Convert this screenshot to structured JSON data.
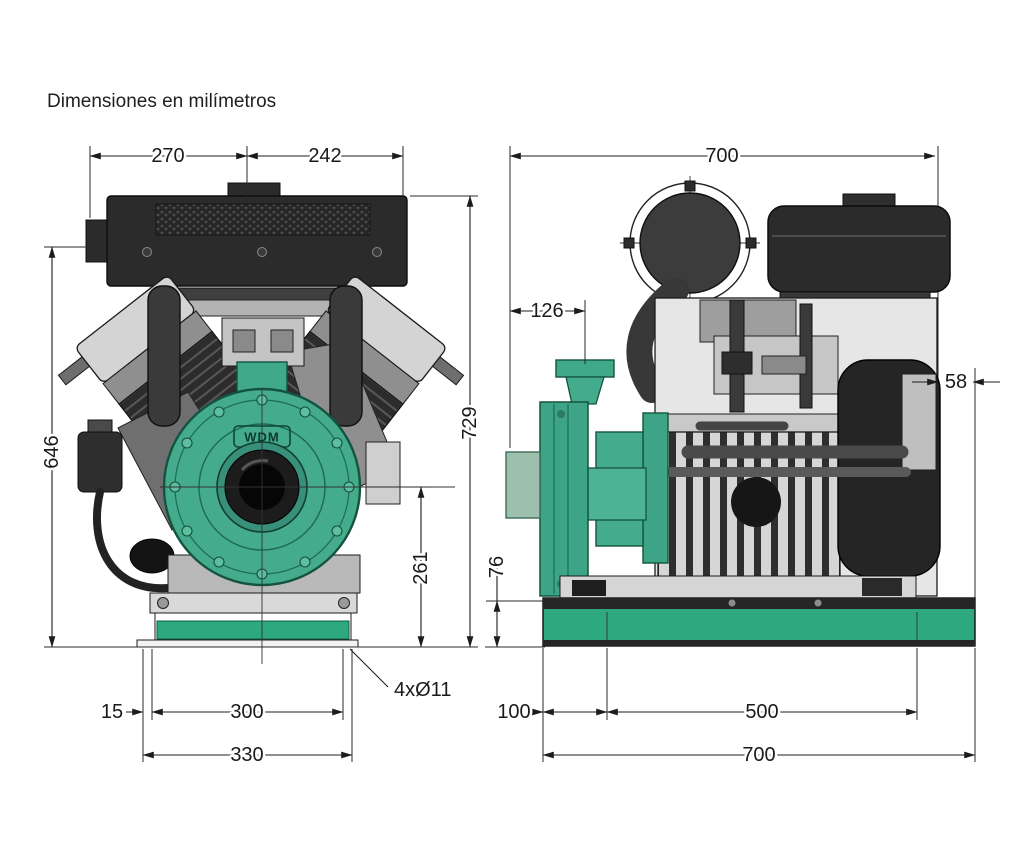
{
  "title": "Dimensiones en milímetros",
  "brand_label": "WDM",
  "front_view": {
    "dim_top_left": "270",
    "dim_top_right": "242",
    "dim_height_overall": "729",
    "dim_height_body": "646",
    "dim_shaft_height": "261",
    "dim_edge_to_hole": "15",
    "dim_hole_spacing": "300",
    "dim_base_width": "330",
    "mounting_holes_label": "4xØ11"
  },
  "side_view": {
    "dim_length_overall": "700",
    "dim_pump_overhang": "126",
    "dim_rear_overhang": "58",
    "dim_base_height": "76",
    "dim_hole_offset": "100",
    "dim_hole_spacing": "500",
    "dim_base_length": "700"
  },
  "colors": {
    "pump_green": "#3FA98A",
    "pump_green_dark": "#14543F",
    "rail_green": "#2EA87E",
    "housing_dark": "#272727",
    "metal_light": "#D8D8D8",
    "line": "#1C1C1C"
  }
}
